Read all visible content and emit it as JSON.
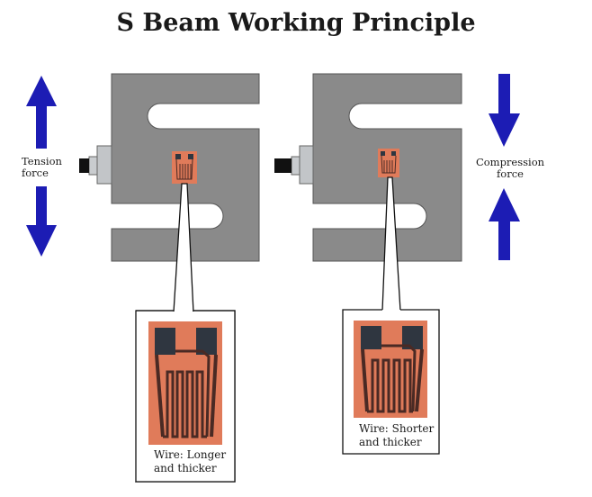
{
  "title": "S Beam Working Principle",
  "left": {
    "force_label_line1": "Tension",
    "force_label_line2": "force",
    "force_type": "tension",
    "arrow_directions": [
      "up",
      "down"
    ],
    "caption_line1": "Wire: Longer",
    "caption_line2": "and thicker"
  },
  "right": {
    "force_label_line1": "Compression",
    "force_label_line2": "force",
    "force_type": "compression",
    "arrow_directions": [
      "down",
      "up"
    ],
    "caption_line1": "Wire: Shorter",
    "caption_line2": "and thicker"
  },
  "colors": {
    "arrow": "#1c1cb4",
    "beam": "#8a8a8a",
    "beam_outline": "#555555",
    "connector": "#b9bcbf",
    "connector_dark": "#111111",
    "gauge_bg": "#e07b5a",
    "gauge_trace": "#2f3640",
    "gauge_wire": "#4a2a24"
  }
}
